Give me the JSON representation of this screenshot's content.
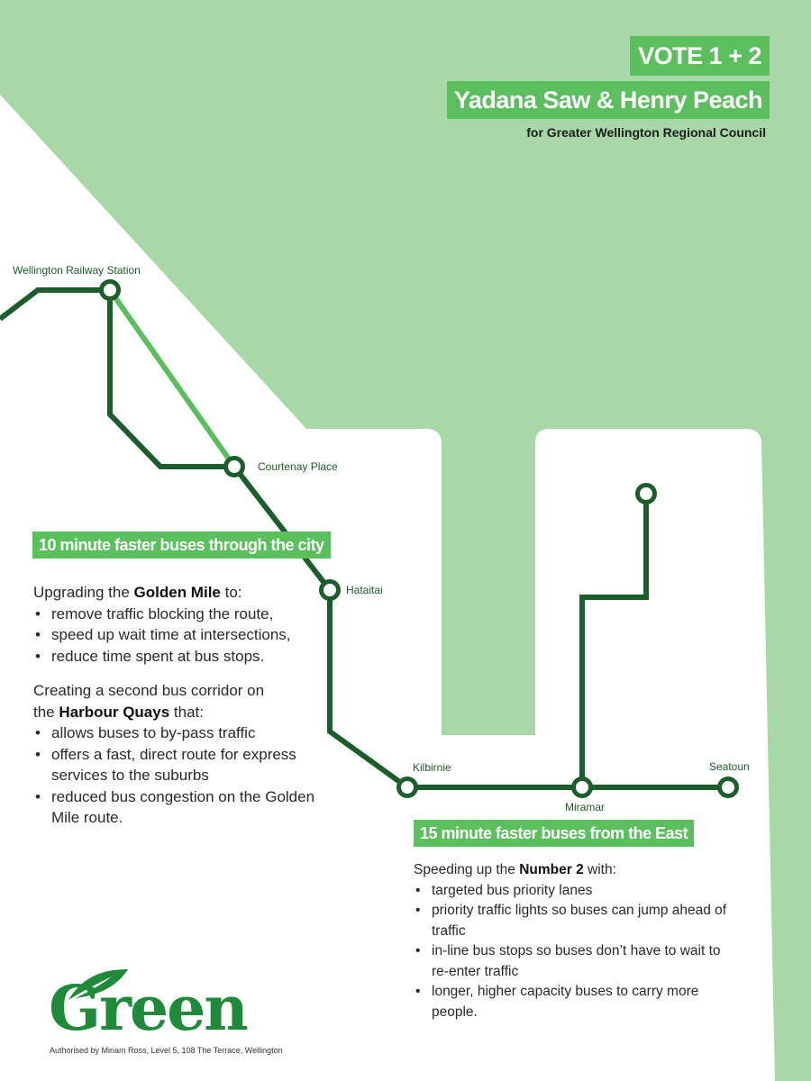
{
  "header": {
    "vote_label": "VOTE 1 + 2",
    "candidates": "Yadana Saw & Henry Peach",
    "council": "for Greater Wellington Regional Council"
  },
  "map": {
    "stops": {
      "wellington_station": "Wellington Railway Station",
      "courtenay_place": "Courtenay Place",
      "hataitai": "Hataitai",
      "kilbirnie": "Kilbirnie",
      "miramar": "Miramar",
      "seatoun": "Seatoun"
    },
    "colors": {
      "route_dark": "#1b5e2b",
      "route_light": "#5bbf5e",
      "background_shape": "#a8d8a8",
      "tag": "#5bbf5e"
    }
  },
  "city_section": {
    "heading": "10 minute faster buses through the city",
    "intro_prefix": "Upgrading the ",
    "intro_bold": "Golden Mile",
    "intro_suffix": " to:",
    "bullets": [
      "remove traffic blocking the route,",
      "speed up wait time at intersections,",
      "reduce time spent at bus stops."
    ],
    "corridor_line1": "Creating a second bus corridor on",
    "corridor_prefix": "the ",
    "corridor_bold": "Harbour Quays",
    "corridor_suffix": " that:",
    "corridor_bullets": [
      "allows buses to by-pass traffic",
      "offers a fast, direct route for express services to the suburbs",
      "reduced bus congestion on the Golden Mile route."
    ]
  },
  "east_section": {
    "heading": "15 minute faster buses from the East",
    "intro_prefix": "Speeding up the ",
    "intro_bold": "Number 2",
    "intro_suffix": " with:",
    "bullets": [
      "targeted bus priority lanes",
      "priority traffic lights so buses can jump ahead of traffic",
      "in-line bus stops so buses don’t have to wait to re-enter traffic",
      "longer, higher capacity buses to carry more people."
    ]
  },
  "footer": {
    "logo_text": "Green",
    "authorised": "Authorised by Miriam Ross, Level 5, 108 The Terrace, Wellington"
  }
}
